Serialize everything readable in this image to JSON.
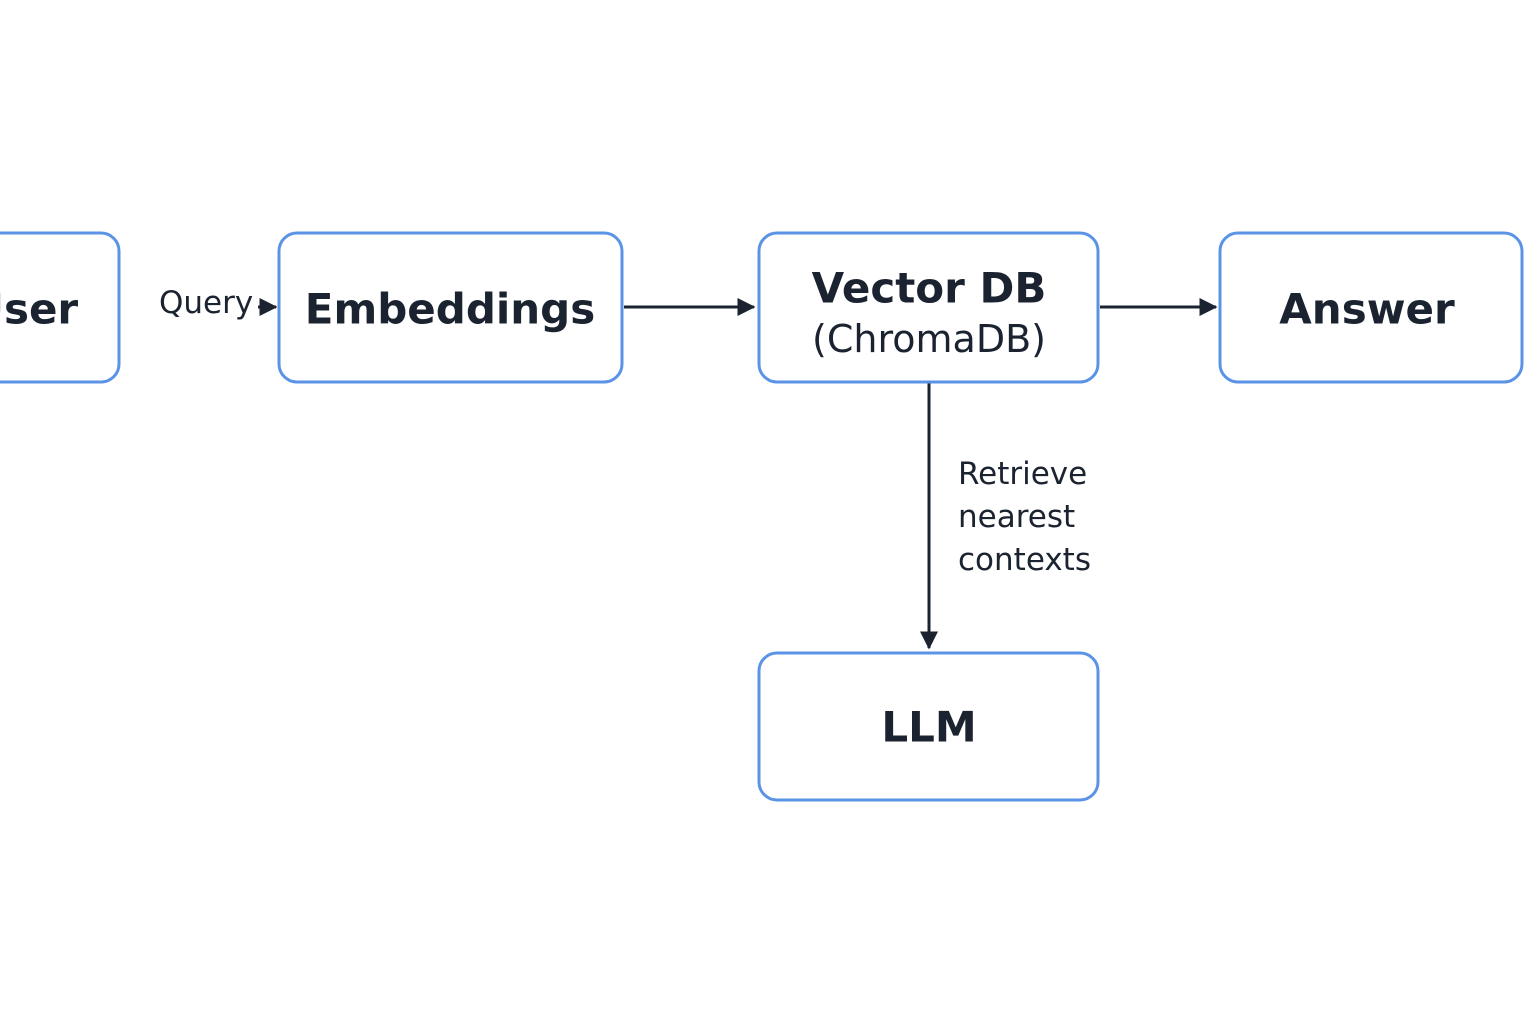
{
  "colors": {
    "node_border": "#5b93e6",
    "text": "#1b2330",
    "arrow": "#1b2330",
    "background": "#ffffff"
  },
  "nodes": {
    "user": {
      "label": "User"
    },
    "embeddings": {
      "label": "Embeddings"
    },
    "vector_db": {
      "label": "Vector DB",
      "sublabel": "(ChromaDB)"
    },
    "answer": {
      "label": "Answer"
    },
    "llm": {
      "label": "LLM"
    }
  },
  "edges": {
    "user_to_embeddings": {
      "label": "Query"
    },
    "embeddings_to_vector_db": {
      "label": ""
    },
    "vector_db_to_answer": {
      "label": ""
    },
    "vector_db_to_llm": {
      "label_lines": [
        "Retrieve",
        "nearest",
        "contexts"
      ]
    }
  }
}
